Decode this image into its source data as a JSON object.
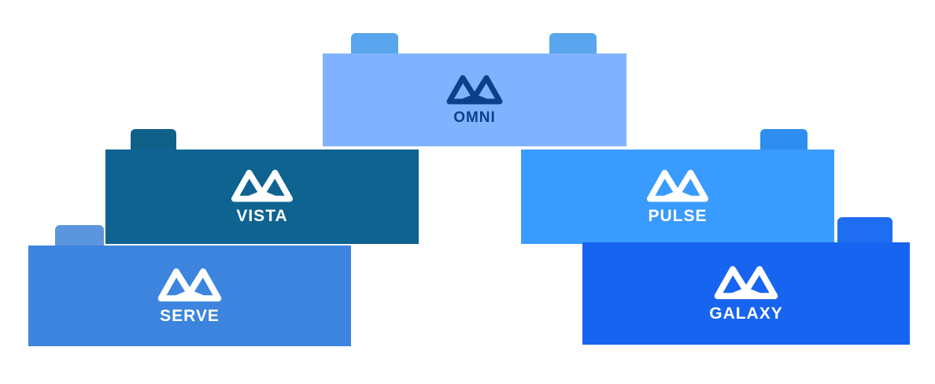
{
  "bricks": {
    "omni": {
      "label": "OMNI",
      "face": "#7fb3ff",
      "stud": "#4f9fe8",
      "text": "#0d3f8a"
    },
    "vista": {
      "label": "VISTA",
      "face": "#0e6390",
      "stud": "#0f5f86",
      "text": "#ffffff"
    },
    "pulse": {
      "label": "PULSE",
      "face": "#3a9bff",
      "stud": "#2d8eef",
      "text": "#ffffff"
    },
    "serve": {
      "label": "SERVE",
      "face": "#3d84de",
      "stud": "#5a95de",
      "text": "#ffffff"
    },
    "galaxy": {
      "label": "GALAXY",
      "face": "#1764f0",
      "stud": "#1f6ef2",
      "text": "#ffffff"
    }
  },
  "icon": "infinity-m-logo-icon"
}
